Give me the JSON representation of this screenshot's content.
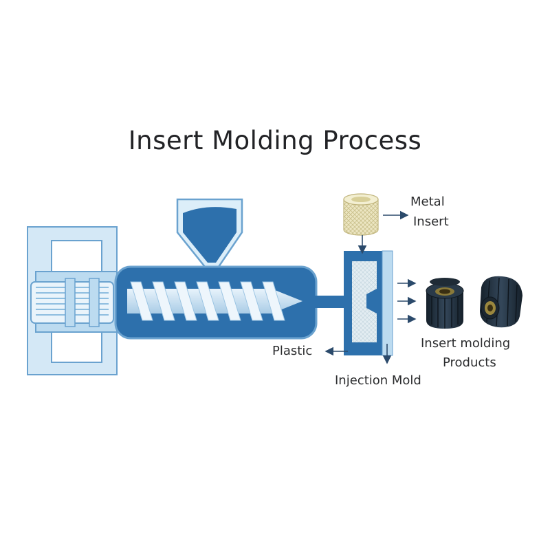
{
  "title": "Insert Molding Process",
  "labels": {
    "metal_insert_line1": "Metal",
    "metal_insert_line2": "Insert",
    "plastic": "Plastic",
    "injection_mold": "Injection Mold",
    "products_line1": "Insert molding",
    "products_line2": "Products"
  },
  "colors": {
    "dark_blue": "#2d70ac",
    "light_blue": "#bcdbf0",
    "pale_blue": "#dceef9",
    "outline": "#6aa2cf",
    "arrow": "#2b4a6b",
    "insert_tan": "#e8e0b4",
    "product_dark": "#1f2b36"
  }
}
